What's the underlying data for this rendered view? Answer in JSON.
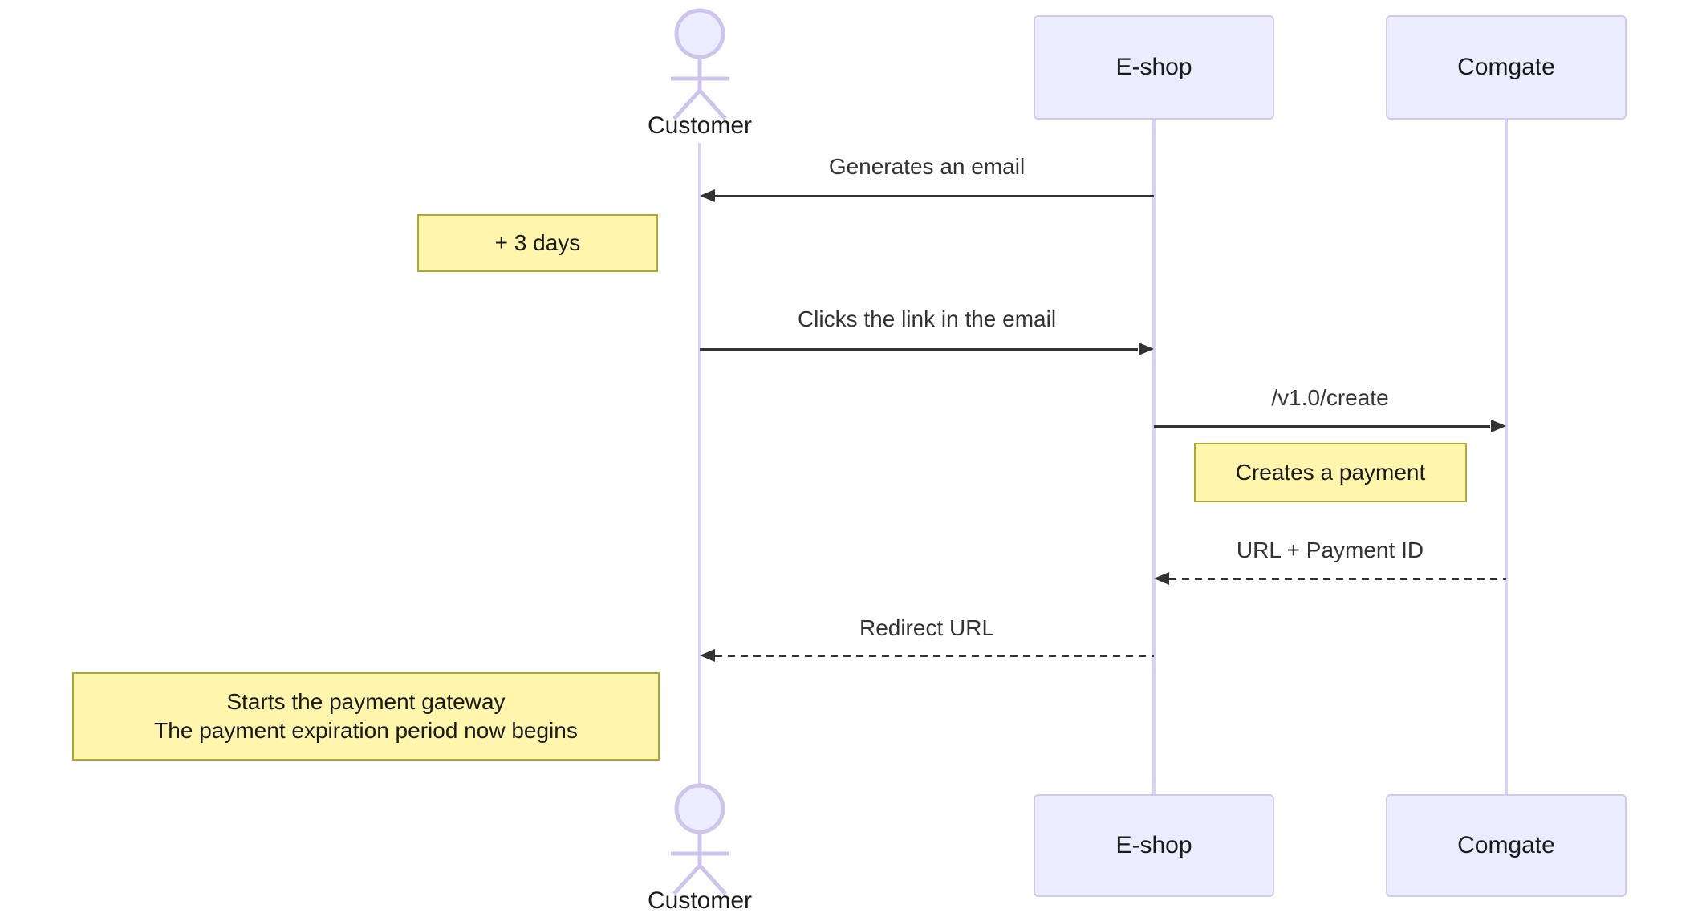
{
  "colors": {
    "background": "#ffffff",
    "participant_fill": "#ececff",
    "participant_border": "#d2c9ee",
    "lifeline": "#d9d2f2",
    "note_fill": "#fff5ad",
    "note_border": "#aaaa33",
    "message": "#333333",
    "label_text": "#1a1a1a"
  },
  "participants": {
    "customer": {
      "label": "Customer",
      "kind": "actor"
    },
    "eshop": {
      "label": "E-shop",
      "kind": "participant"
    },
    "comgate": {
      "label": "Comgate",
      "kind": "participant"
    }
  },
  "messages": [
    {
      "label": "Generates an email",
      "from": "eshop",
      "to": "customer",
      "line": "solid"
    },
    {
      "label": "Clicks the link in the email",
      "from": "customer",
      "to": "eshop",
      "line": "solid"
    },
    {
      "label": "/v1.0/create",
      "from": "eshop",
      "to": "comgate",
      "line": "solid"
    },
    {
      "label": "URL + Payment ID",
      "from": "comgate",
      "to": "eshop",
      "line": "dashed"
    },
    {
      "label": "Redirect URL",
      "from": "eshop",
      "to": "customer",
      "line": "dashed"
    }
  ],
  "notes": [
    {
      "label": "+ 3 days",
      "position": "left of customer"
    },
    {
      "label": "Creates a payment",
      "position": "between eshop and comgate"
    },
    {
      "lines": [
        "Starts the payment gateway",
        "The payment expiration period now begins"
      ],
      "position": "left of customer"
    }
  ]
}
